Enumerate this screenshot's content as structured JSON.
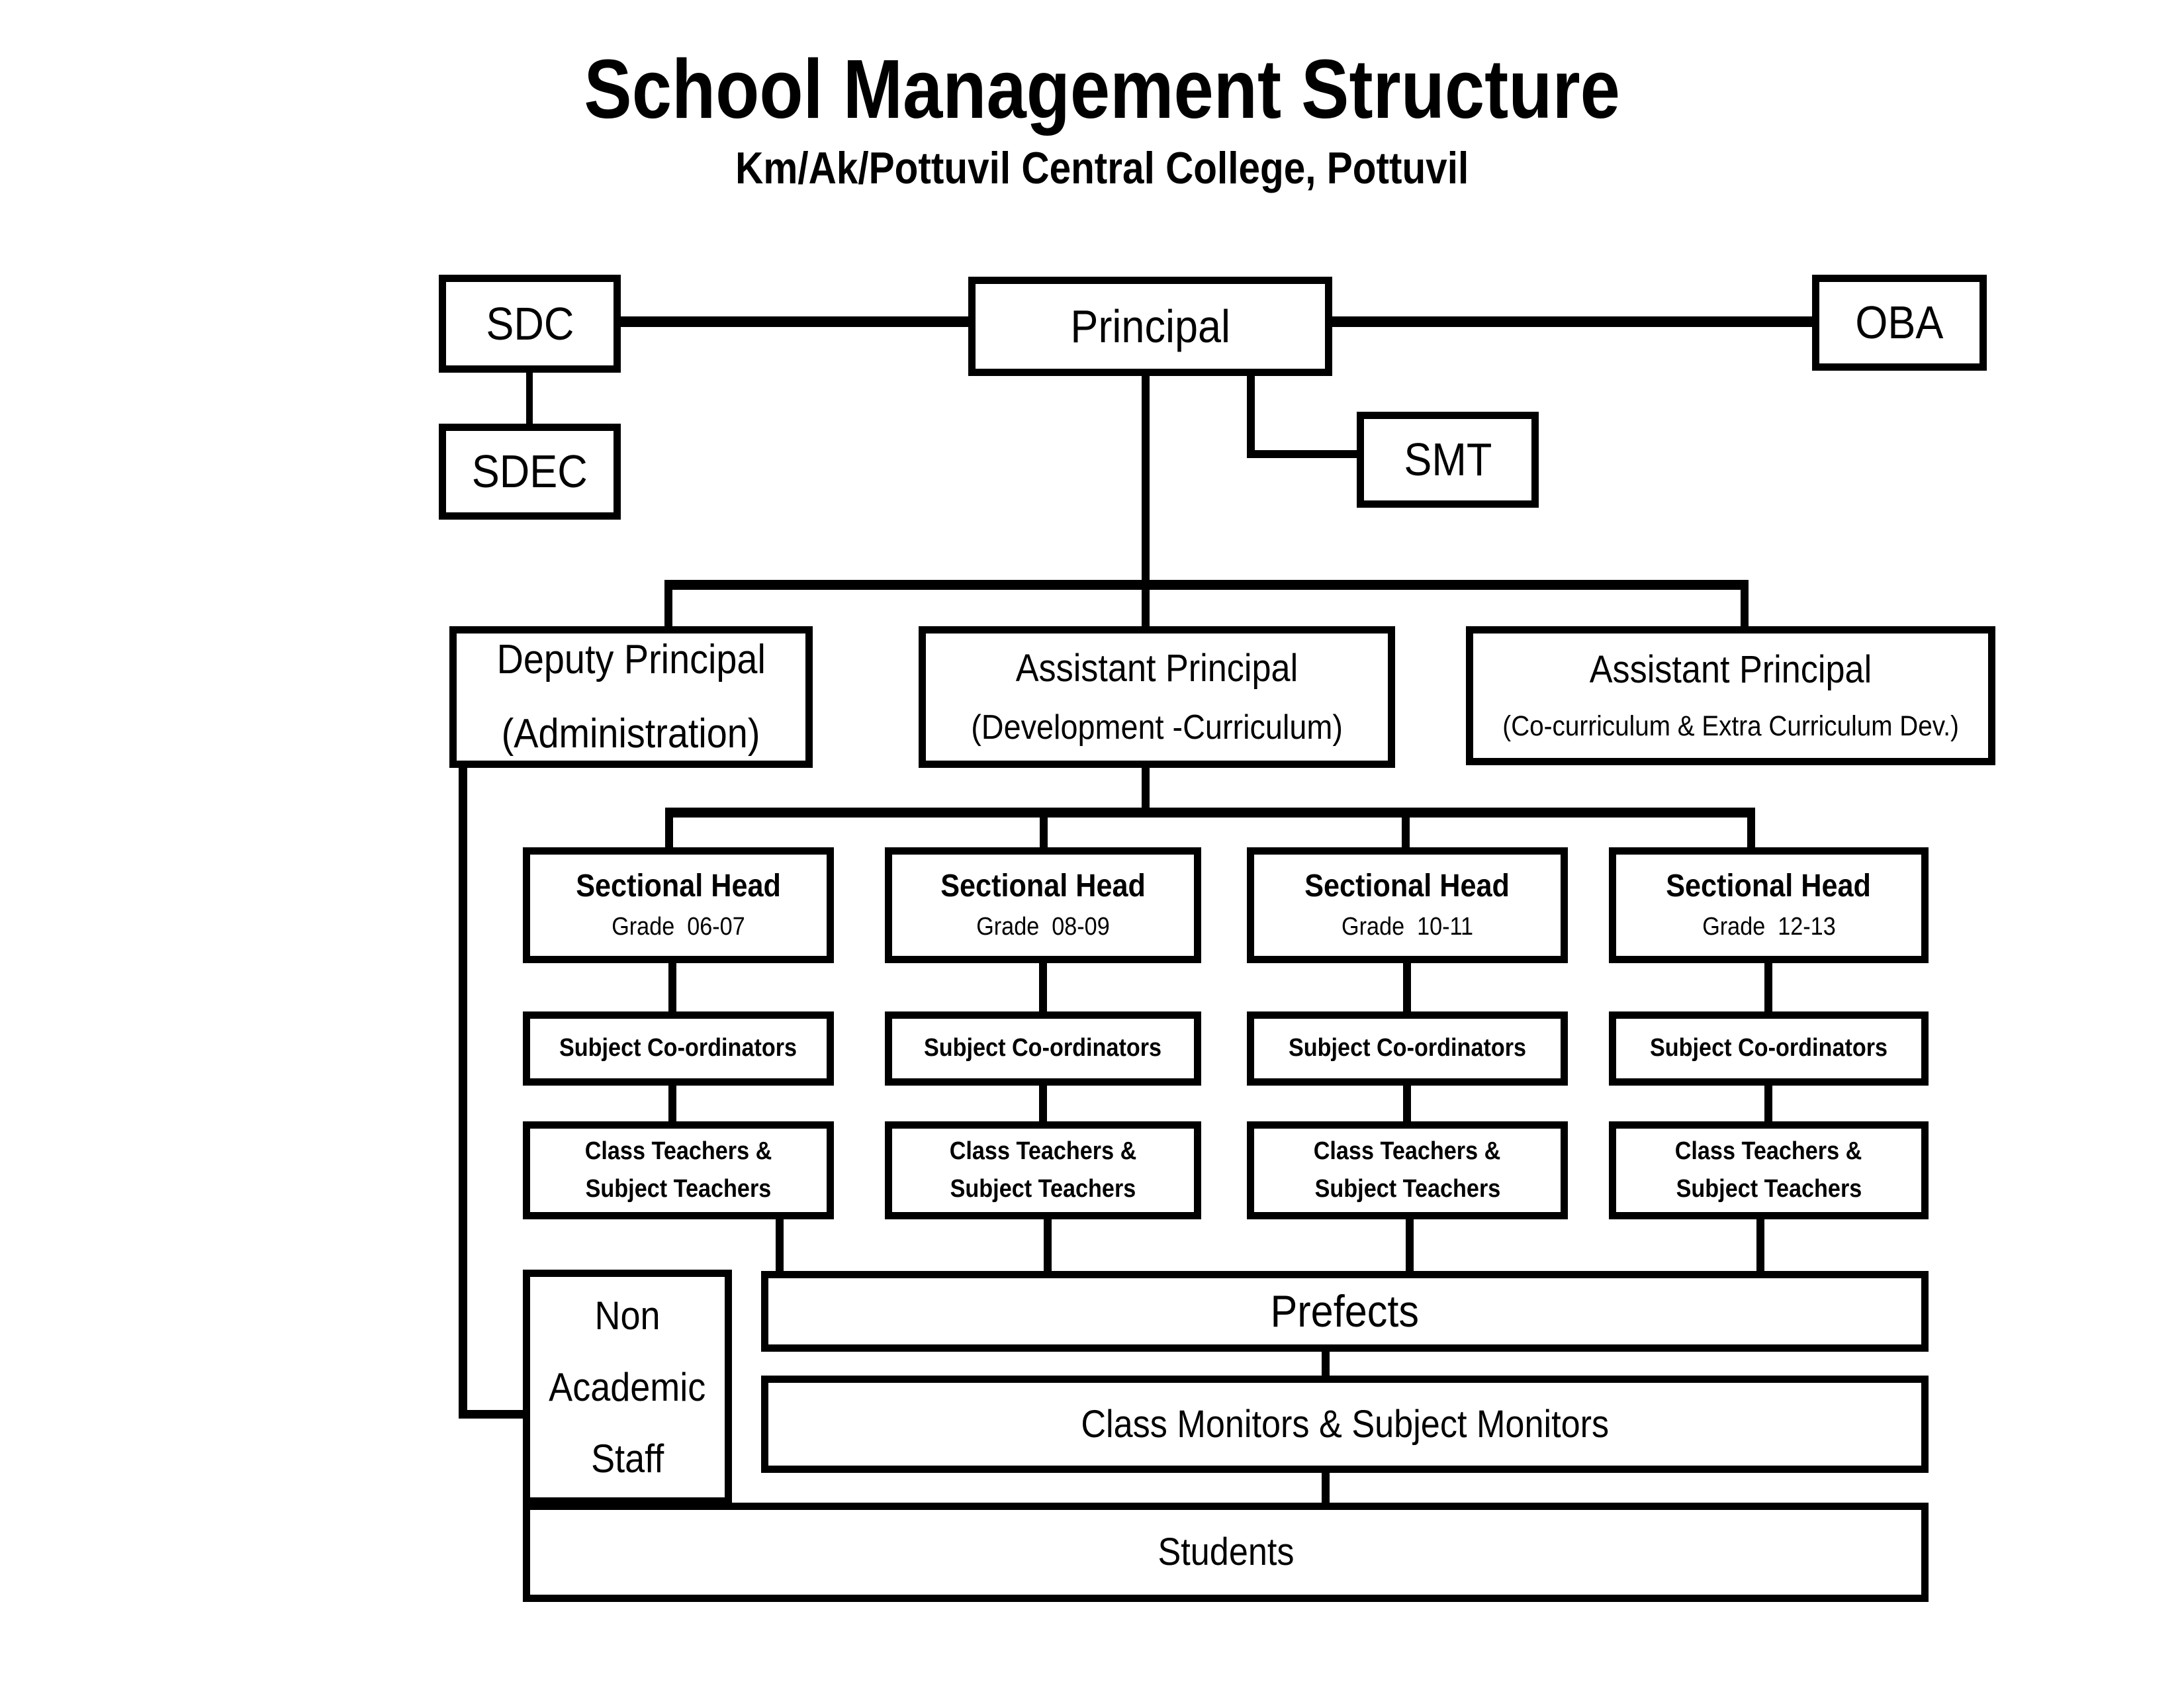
{
  "header": {
    "title": "School Management Structure",
    "subtitle": "Km/Ak/Pottuvil Central College, Pottuvil"
  },
  "nodes": {
    "sdc": {
      "label": "SDC"
    },
    "sdec": {
      "label": "SDEC"
    },
    "principal": {
      "label": "Principal"
    },
    "oba": {
      "label": "OBA"
    },
    "smt": {
      "label": "SMT"
    },
    "deputy": {
      "title": "Deputy Principal",
      "subtitle": "(Administration)"
    },
    "assistant_dev": {
      "title": "Assistant Principal",
      "subtitle": "(Development -Curriculum)"
    },
    "assistant_co": {
      "title": "Assistant Principal",
      "subtitle": "(Co-curriculum & Extra Curriculum Dev.)"
    },
    "sections": [
      {
        "head": "Sectional Head",
        "grade": "Grade  06-07",
        "coordinators": "Subject Co-ordinators",
        "teachers_line1": "Class Teachers &",
        "teachers_line2": "Subject Teachers"
      },
      {
        "head": "Sectional Head",
        "grade": "Grade  08-09",
        "coordinators": "Subject Co-ordinators",
        "teachers_line1": "Class Teachers &",
        "teachers_line2": "Subject Teachers"
      },
      {
        "head": "Sectional Head",
        "grade": "Grade  10-11",
        "coordinators": "Subject Co-ordinators",
        "teachers_line1": "Class Teachers &",
        "teachers_line2": "Subject Teachers"
      },
      {
        "head": "Sectional Head",
        "grade": "Grade  12-13",
        "coordinators": "Subject Co-ordinators",
        "teachers_line1": "Class Teachers &",
        "teachers_line2": "Subject Teachers"
      }
    ],
    "non_academic": {
      "line1": "Non",
      "line2": "Academic",
      "line3": "Staff"
    },
    "prefects": {
      "label": "Prefects"
    },
    "monitors": {
      "label": "Class Monitors & Subject Monitors"
    },
    "students": {
      "label": "Students"
    }
  },
  "colors": {
    "line": "#000000",
    "background": "#ffffff",
    "text": "#000000"
  }
}
